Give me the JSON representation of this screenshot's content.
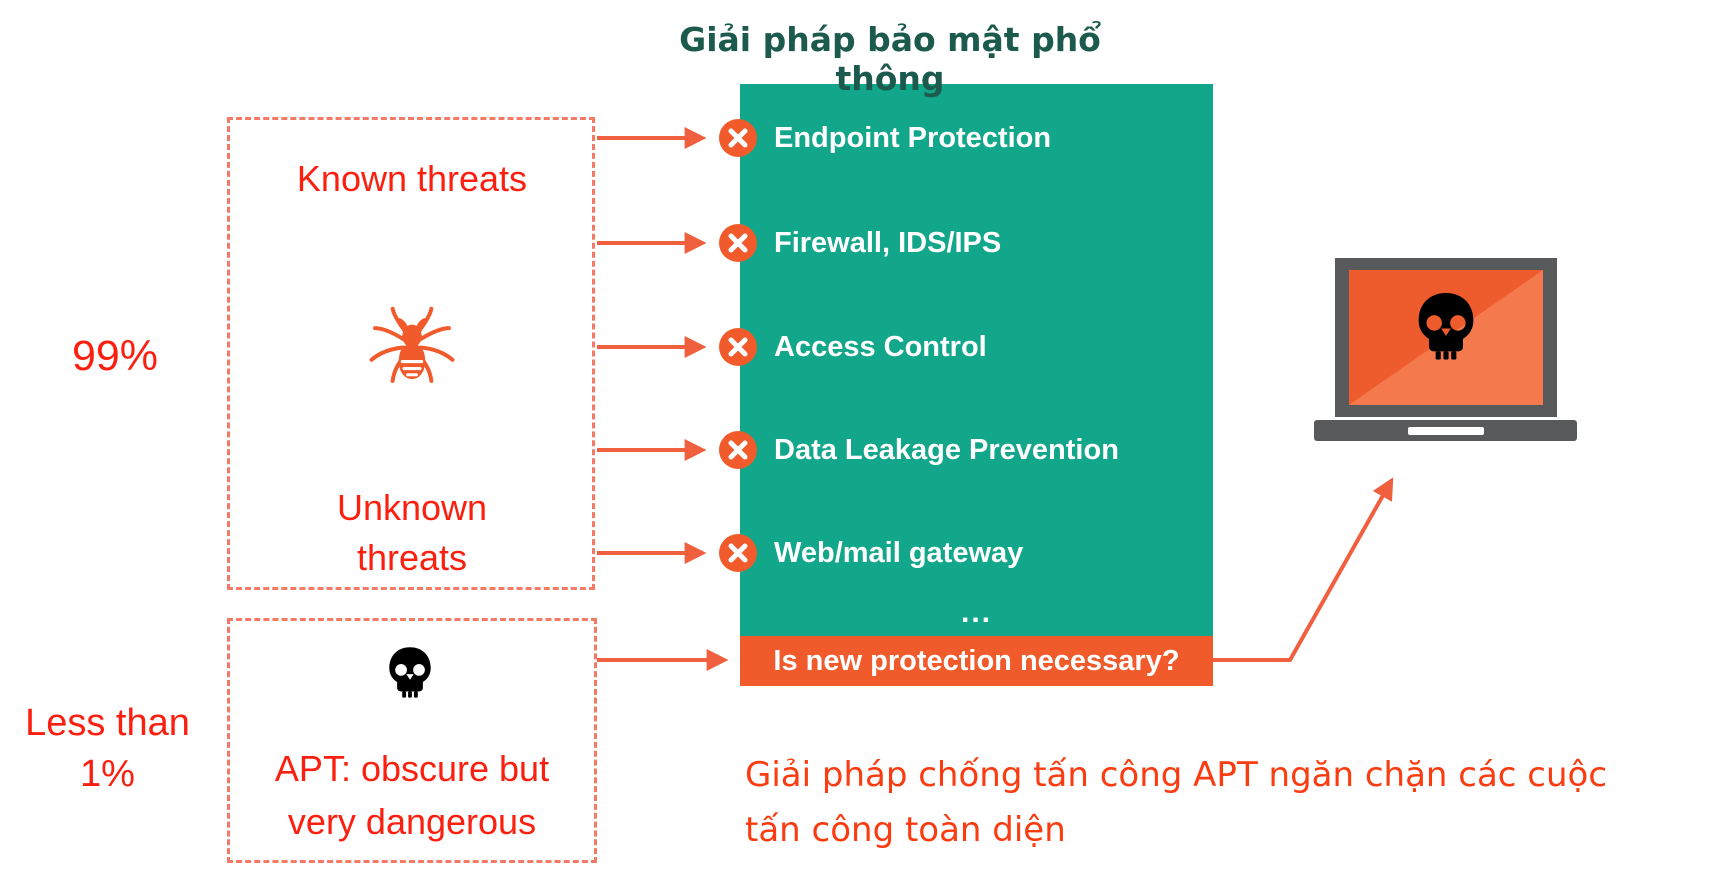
{
  "title": "Giải pháp bảo mật phổ thông",
  "solutions": {
    "items": [
      "Endpoint Protection",
      "Firewall, IDS/IPS",
      "Access Control",
      "Data Leakage Prevention",
      "Web/mail gateway"
    ],
    "ellipsis": "...",
    "banner_question": "Is new protection necessary?"
  },
  "threats": {
    "common_share": "99%",
    "known_label": "Known threats",
    "unknown_label": [
      "Unknown",
      "threats"
    ],
    "apt_share": [
      "Less than",
      "1%"
    ],
    "apt_label": [
      "APT: obscure but",
      "very dangerous"
    ]
  },
  "caption": {
    "line1": "Giải pháp chống tấn công APT ngăn chặn các cuộc",
    "line2": "tấn công toàn diện"
  },
  "icons": {
    "blocked": "x-circle-icon",
    "known_unknown_threat": "spider-icon",
    "apt_threat": "skull-icon",
    "target": "infected-laptop-icon"
  },
  "colors": {
    "teal_panel": "#12a68a",
    "title_text": "#1c5a4e",
    "accent_orange": "#f15b2b",
    "screen_light_orange": "#f47a4e",
    "red_text": "#fb1f0f",
    "caption_red": "#fb3b10",
    "arrow": "#f1603e",
    "dashed_border": "#f47a65",
    "laptop_gray": "#58595b"
  }
}
